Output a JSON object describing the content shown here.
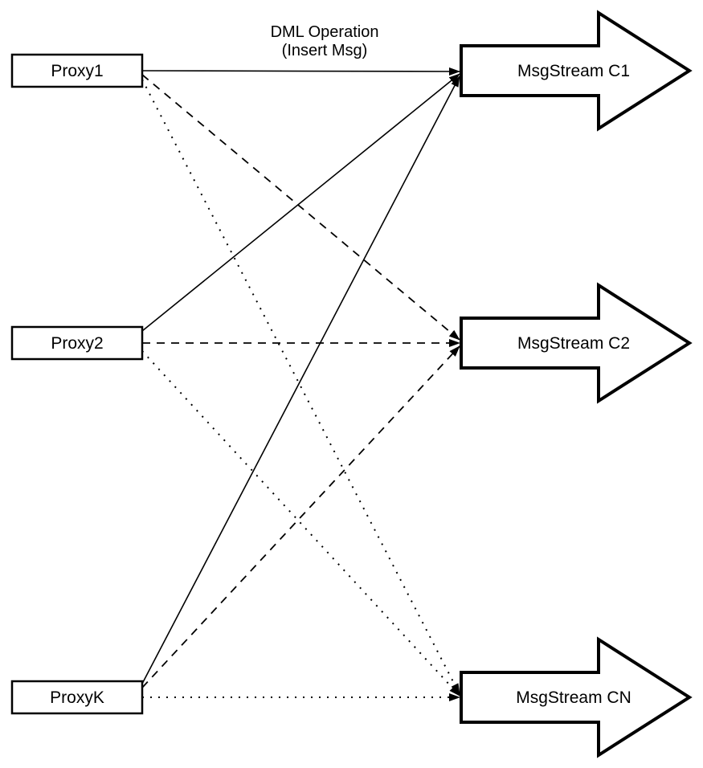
{
  "diagram": {
    "background": "#ffffff",
    "stroke_color": "#000000",
    "fill_color": "#ffffff",
    "edge_label": {
      "line1": "DML Operation",
      "line2": "(Insert Msg)"
    },
    "proxies": [
      {
        "label": "Proxy1"
      },
      {
        "label": "Proxy2"
      },
      {
        "label": "ProxyK"
      }
    ],
    "streams": [
      {
        "label": "MsgStream C1"
      },
      {
        "label": "MsgStream C2"
      },
      {
        "label": "MsgStream CN"
      }
    ],
    "connections": [
      {
        "from": "Proxy1",
        "to": "MsgStream C1",
        "style": "solid",
        "label": "DML Operation (Insert Msg)"
      },
      {
        "from": "Proxy1",
        "to": "MsgStream C2",
        "style": "dashed"
      },
      {
        "from": "Proxy1",
        "to": "MsgStream CN",
        "style": "dotted"
      },
      {
        "from": "Proxy2",
        "to": "MsgStream C1",
        "style": "solid"
      },
      {
        "from": "Proxy2",
        "to": "MsgStream C2",
        "style": "dashed"
      },
      {
        "from": "Proxy2",
        "to": "MsgStream CN",
        "style": "dotted"
      },
      {
        "from": "ProxyK",
        "to": "MsgStream C1",
        "style": "solid"
      },
      {
        "from": "ProxyK",
        "to": "MsgStream C2",
        "style": "dashed"
      },
      {
        "from": "ProxyK",
        "to": "MsgStream CN",
        "style": "dotted"
      }
    ]
  }
}
